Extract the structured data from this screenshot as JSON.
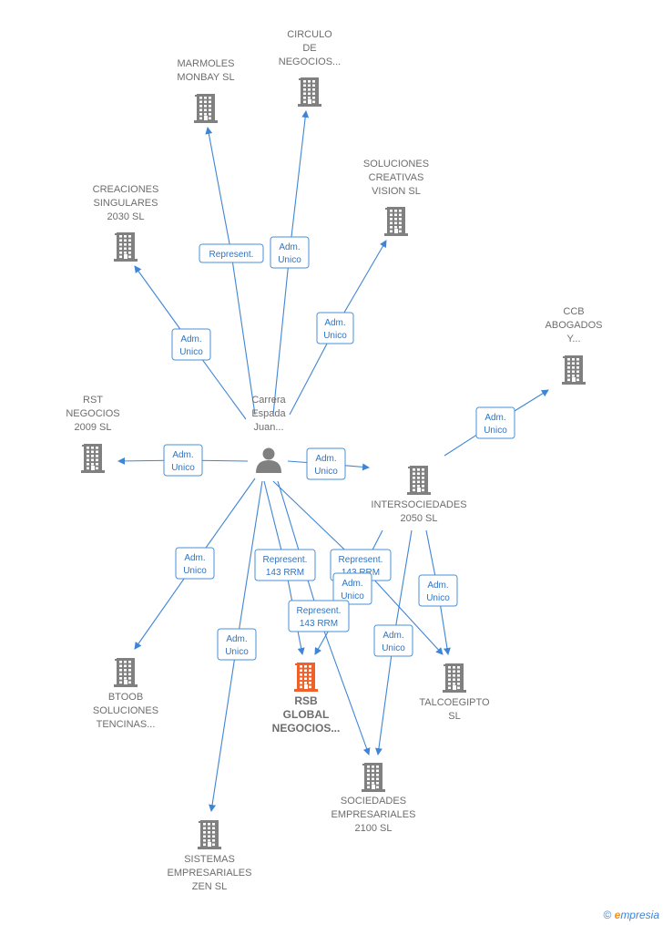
{
  "colors": {
    "edge": "#3f85d6",
    "building": "#808080",
    "building_main": "#f0602a",
    "person": "#808080",
    "label": "#6d6d6d"
  },
  "nodes": [
    {
      "id": "person",
      "kind": "person",
      "lines": [
        "Carrera",
        "Espada",
        "Juan..."
      ]
    },
    {
      "id": "marmoles",
      "kind": "company",
      "lines": [
        "MARMOLES",
        "MONBAY  SL"
      ]
    },
    {
      "id": "circulo",
      "kind": "company",
      "lines": [
        "CIRCULO",
        "DE",
        "NEGOCIOS..."
      ]
    },
    {
      "id": "soluciones",
      "kind": "company",
      "lines": [
        "SOLUCIONES",
        "CREATIVAS",
        "VISION  SL"
      ]
    },
    {
      "id": "creaciones",
      "kind": "company",
      "lines": [
        "CREACIONES",
        "SINGULARES",
        "2030  SL"
      ]
    },
    {
      "id": "ccb",
      "kind": "company",
      "lines": [
        "CCB",
        "ABOGADOS",
        "Y..."
      ]
    },
    {
      "id": "rst",
      "kind": "company",
      "lines": [
        "RST",
        "NEGOCIOS",
        "2009 SL"
      ]
    },
    {
      "id": "intersociedades",
      "kind": "company",
      "lines": [
        "INTERSOCIEDADES",
        "2050  SL"
      ]
    },
    {
      "id": "btoob",
      "kind": "company",
      "lines": [
        "BTOOB",
        "SOLUCIONES",
        "TENCINAS..."
      ]
    },
    {
      "id": "rsb",
      "kind": "main",
      "lines": [
        "RSB",
        "GLOBAL",
        "NEGOCIOS..."
      ]
    },
    {
      "id": "talcoegipto",
      "kind": "company",
      "lines": [
        "TALCOEGIPTO",
        "SL"
      ]
    },
    {
      "id": "sociedades",
      "kind": "company",
      "lines": [
        "SOCIEDADES",
        "EMPRESARIALES",
        "2100  SL"
      ]
    },
    {
      "id": "sistemas",
      "kind": "company",
      "lines": [
        "SISTEMAS",
        "EMPRESARIALES",
        "ZEN  SL"
      ]
    }
  ],
  "edges": [
    {
      "from": "person",
      "to": "marmoles",
      "label": [
        "Represent."
      ]
    },
    {
      "from": "person",
      "to": "circulo",
      "label": [
        "Adm.",
        "Unico"
      ]
    },
    {
      "from": "person",
      "to": "soluciones",
      "label": [
        "Adm.",
        "Unico"
      ]
    },
    {
      "from": "person",
      "to": "creaciones",
      "label": [
        "Adm.",
        "Unico"
      ]
    },
    {
      "from": "person",
      "to": "rst",
      "label": [
        "Adm.",
        "Unico"
      ]
    },
    {
      "from": "person",
      "to": "intersociedades",
      "label": [
        "Adm.",
        "Unico"
      ]
    },
    {
      "from": "intersociedades",
      "to": "ccb",
      "label": [
        "Adm.",
        "Unico"
      ]
    },
    {
      "from": "person",
      "to": "btoob",
      "label": [
        "Adm.",
        "Unico"
      ]
    },
    {
      "from": "person",
      "to": "rsb",
      "label": [
        "Represent.",
        "143 RRM"
      ]
    },
    {
      "from": "person",
      "to": "talcoegipto",
      "label": [
        "Represent.",
        "143 RRM"
      ]
    },
    {
      "from": "intersociedades",
      "to": "rsb",
      "label": [
        "Adm.",
        "Unico"
      ]
    },
    {
      "from": "person",
      "to": "sociedades",
      "label": [
        "Represent.",
        "143 RRM"
      ]
    },
    {
      "from": "intersociedades",
      "to": "talcoegipto",
      "label": [
        "Adm.",
        "Unico"
      ]
    },
    {
      "from": "intersociedades",
      "to": "sociedades",
      "label": [
        "Adm.",
        "Unico"
      ]
    },
    {
      "from": "person",
      "to": "sistemas",
      "label": [
        "Adm.",
        "Unico"
      ]
    }
  ],
  "footer": {
    "copyright": "©",
    "brand_first": "e",
    "brand_rest": "mpresia"
  }
}
